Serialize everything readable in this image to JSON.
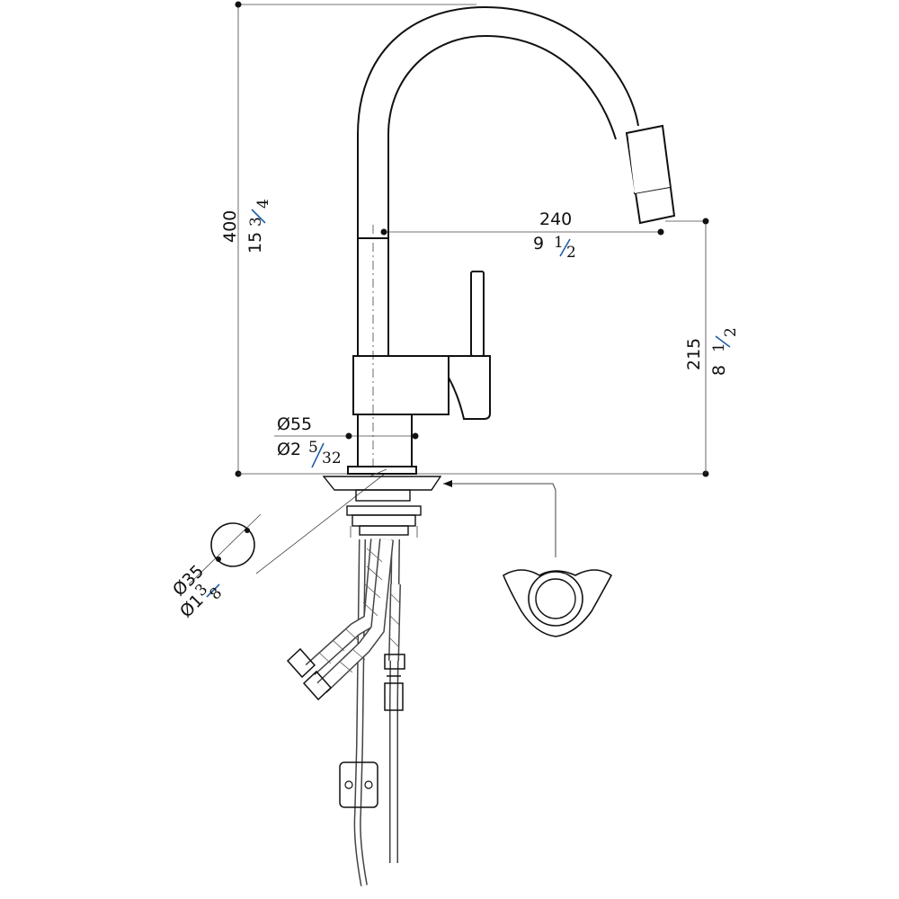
{
  "dimensions": {
    "total_height": {
      "mm": "400",
      "inch_whole": "15",
      "inch_num": "3",
      "inch_den": "4"
    },
    "reach": {
      "mm": "240",
      "inch_whole": "9",
      "inch_num": "1",
      "inch_den": "2"
    },
    "spout_height": {
      "mm": "215",
      "inch_whole": "8",
      "inch_num": "1",
      "inch_den": "2"
    },
    "body_diameter": {
      "mm": "Ø55",
      "inch_whole": "Ø2",
      "inch_num": "5",
      "inch_den": "32"
    },
    "hole_diameter": {
      "mm": "Ø35",
      "inch_whole": "Ø1",
      "inch_num": "3",
      "inch_den": "8"
    }
  },
  "colors": {
    "line": "#111111",
    "fraction_slash": "#1f5fa8"
  }
}
